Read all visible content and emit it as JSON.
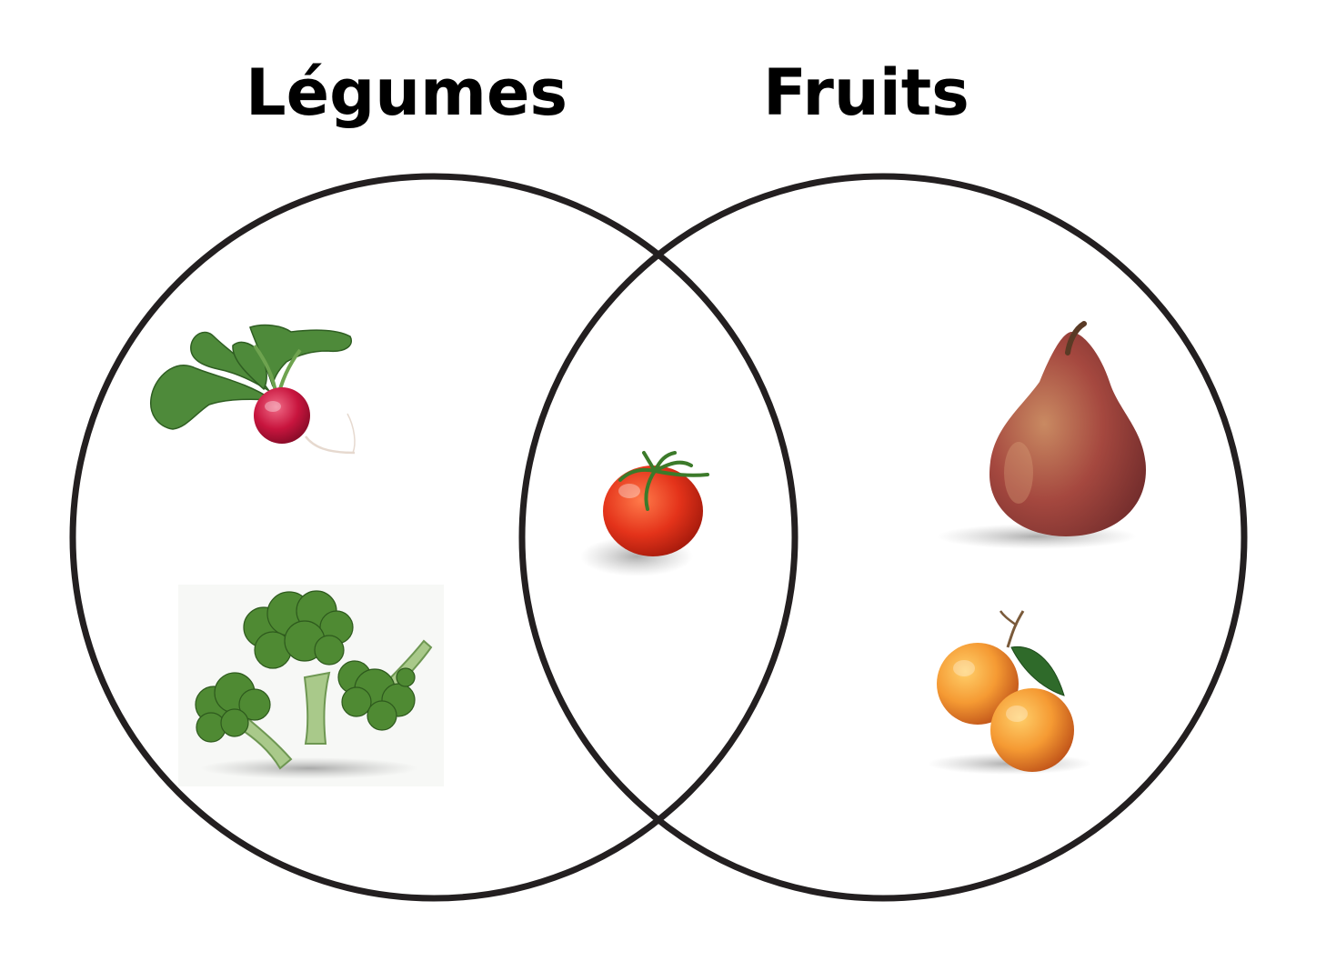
{
  "diagram": {
    "type": "venn",
    "sets": [
      {
        "label": "Légumes",
        "items": [
          "radish-image",
          "broccoli-image"
        ]
      },
      {
        "label": "Fruits",
        "items": [
          "pear-image",
          "apricot-image"
        ]
      }
    ],
    "intersection": {
      "items": [
        "tomato-image"
      ]
    },
    "colors": {
      "outline": "#231f20",
      "background": "#ffffff"
    }
  }
}
